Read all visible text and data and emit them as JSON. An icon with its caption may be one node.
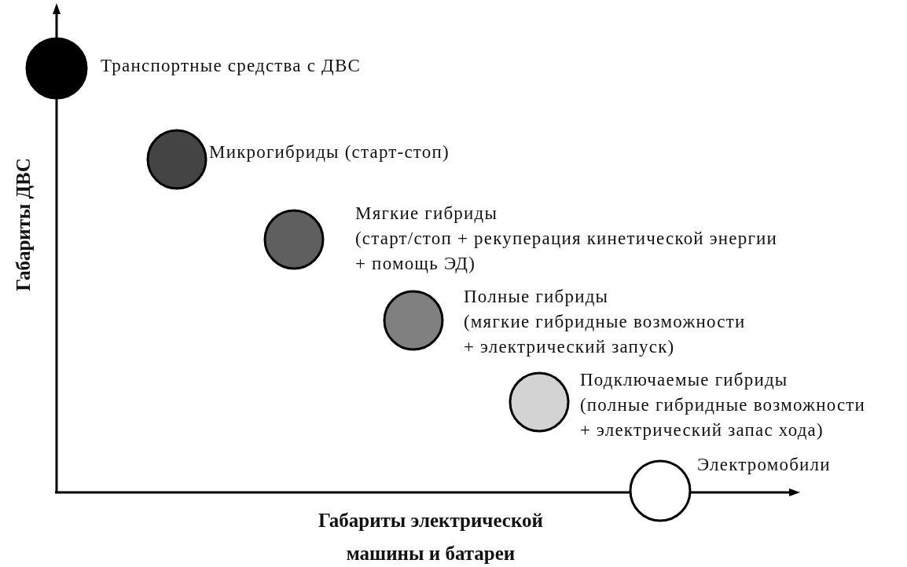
{
  "diagram": {
    "nodes": [
      {
        "text": [],
        "shape": "circle",
        "beside": [
          "Транспортные средства с ДВС"
        ]
      },
      {
        "text": [],
        "shape": "circle",
        "beside": [
          "Микрогибриды (старт-стоп)"
        ]
      },
      {
        "text": [],
        "shape": "circle",
        "beside": [
          "Мягкие гибриды",
          "(старт/стоп + рекуперация кинетической энергии + помощь ЭД)"
        ]
      },
      {
        "text": [],
        "shape": "circle",
        "beside": [
          "Полные гибриды",
          "(мягкие гибридные возможности + электрический запуск)"
        ]
      },
      {
        "text": [],
        "shape": "circle",
        "beside": [
          "Подключаемые гибриды",
          "(полные гибридные возможности + электрический запас хода)"
        ]
      },
      {
        "text": [],
        "shape": "circle",
        "beside": [
          "Электромобили"
        ]
      }
    ],
    "edges": [],
    "labels": [
      "Габариты ДВС",
      "Габариты электрической машины и батареи"
    ]
  }
}
